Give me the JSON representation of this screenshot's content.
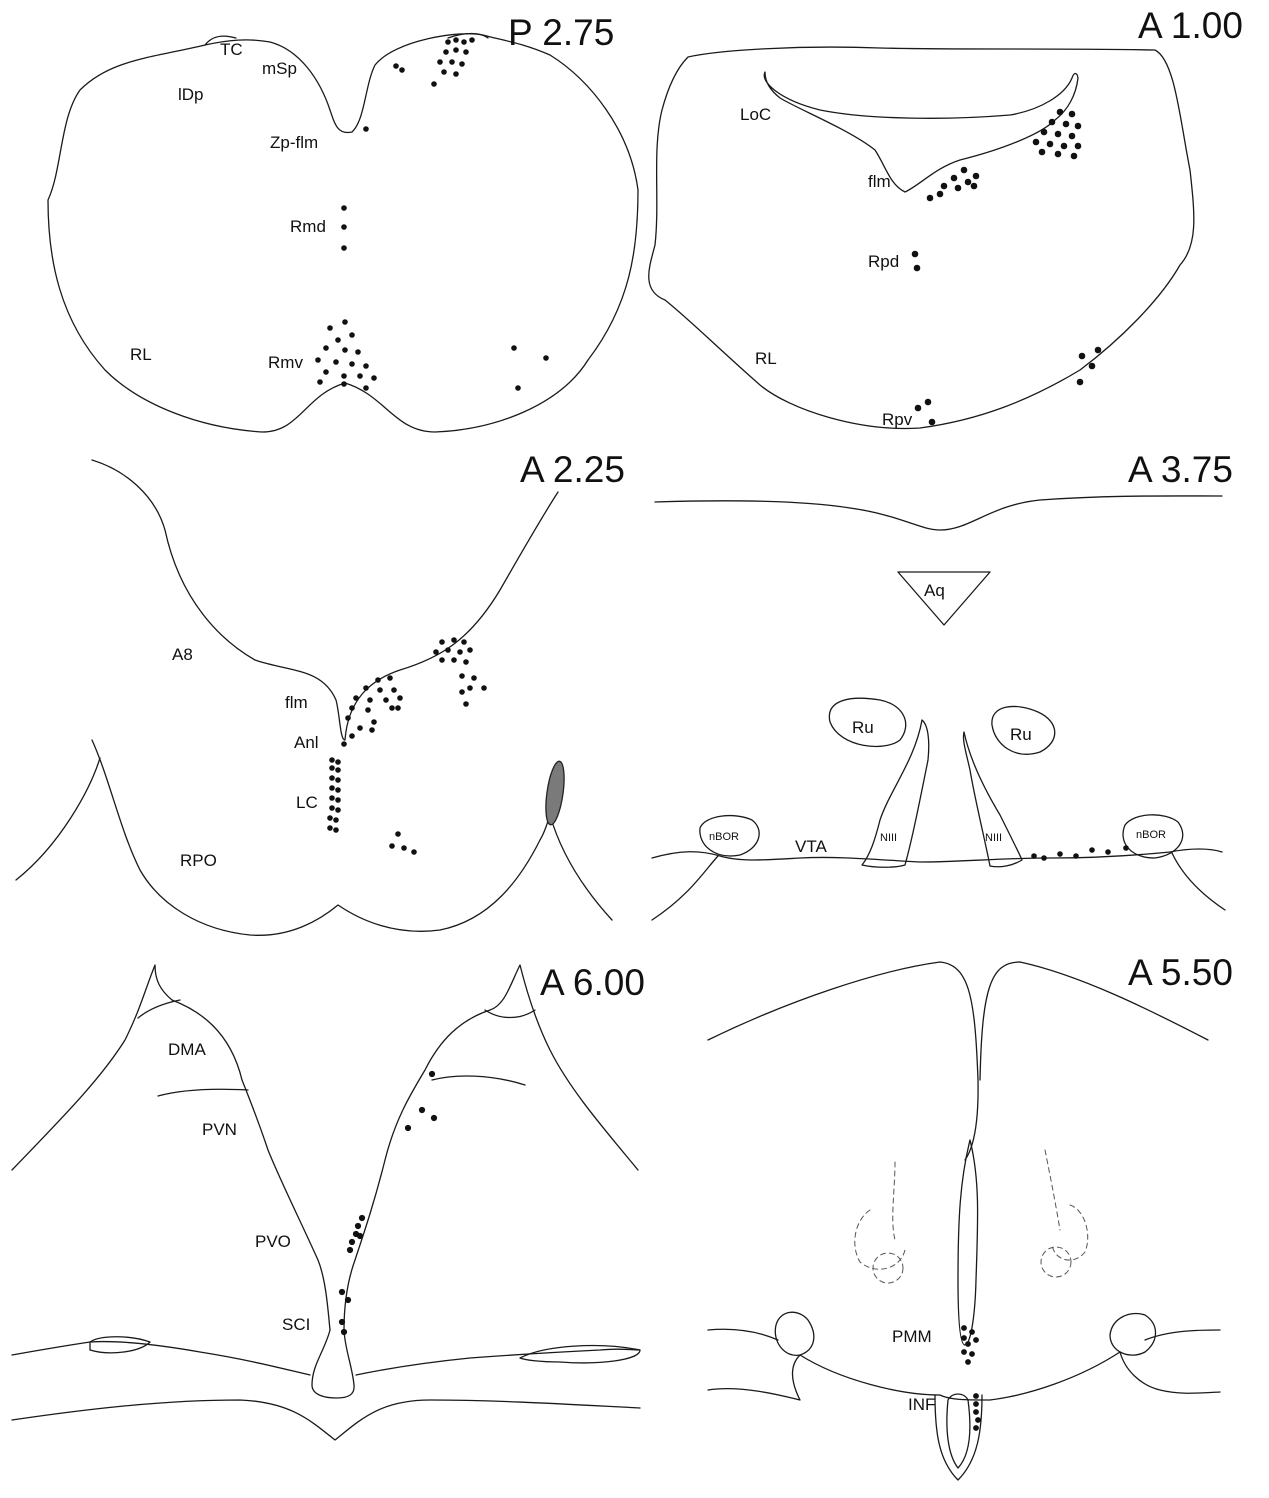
{
  "figure": {
    "panels": [
      {
        "id": "p275",
        "title": "P 2.75",
        "labels": [
          "TC",
          "mSp",
          "lDp",
          "Zp-flm",
          "Rmd",
          "RL",
          "Rmv"
        ]
      },
      {
        "id": "a100",
        "title": "A 1.00",
        "labels": [
          "LoC",
          "flm",
          "Rpd",
          "RL",
          "Rpv"
        ]
      },
      {
        "id": "a225",
        "title": "A 2.25",
        "labels": [
          "A8",
          "flm",
          "Anl",
          "LC",
          "RPO"
        ]
      },
      {
        "id": "a375",
        "title": "A 3.75",
        "labels": [
          "Aq",
          "Ru",
          "Ru",
          "nBOR",
          "VTA",
          "NIII",
          "NIII",
          "nBOR"
        ]
      },
      {
        "id": "a600",
        "title": "A 6.00",
        "labels": [
          "DMA",
          "PVN",
          "PVO",
          "SCI"
        ]
      },
      {
        "id": "a550",
        "title": "A 5.50",
        "labels": [
          "PMM",
          "INF"
        ]
      }
    ]
  }
}
